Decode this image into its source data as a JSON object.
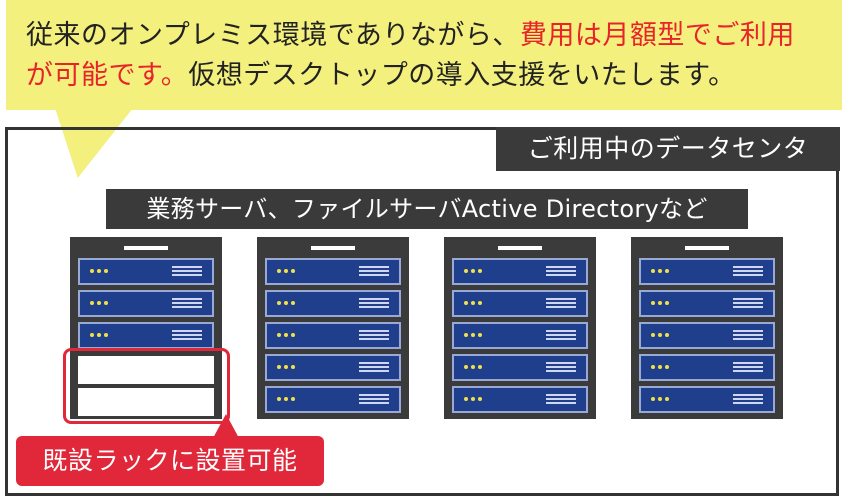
{
  "callout": {
    "line1_pre": "従来のオンプレミス環境でありながら、",
    "line1_hl": "費用は月額型でご利用",
    "line2_hl": "が可能です。",
    "line2_post": "仮想デスクトップの導入支援をいたします。"
  },
  "datacenter": {
    "label": "ご利用中のデータセンタ",
    "server_label": "業務サーバ、ファイルサーバActive Directoryなど"
  },
  "racks": [
    {
      "units": 3,
      "empty": 2
    },
    {
      "units": 5,
      "empty": 0
    },
    {
      "units": 5,
      "empty": 0
    },
    {
      "units": 5,
      "empty": 0
    }
  ],
  "badge": {
    "label": "既設ラックに設置可能"
  },
  "colors": {
    "callout_bg": "#f3f07e",
    "highlight_red": "#e0283a",
    "rack_dark": "#3b3b3b",
    "unit_blue": "#1f3e8c",
    "led_yellow": "#f0e04a"
  },
  "icons": [
    "server-unit-icon",
    "rack-icon"
  ]
}
